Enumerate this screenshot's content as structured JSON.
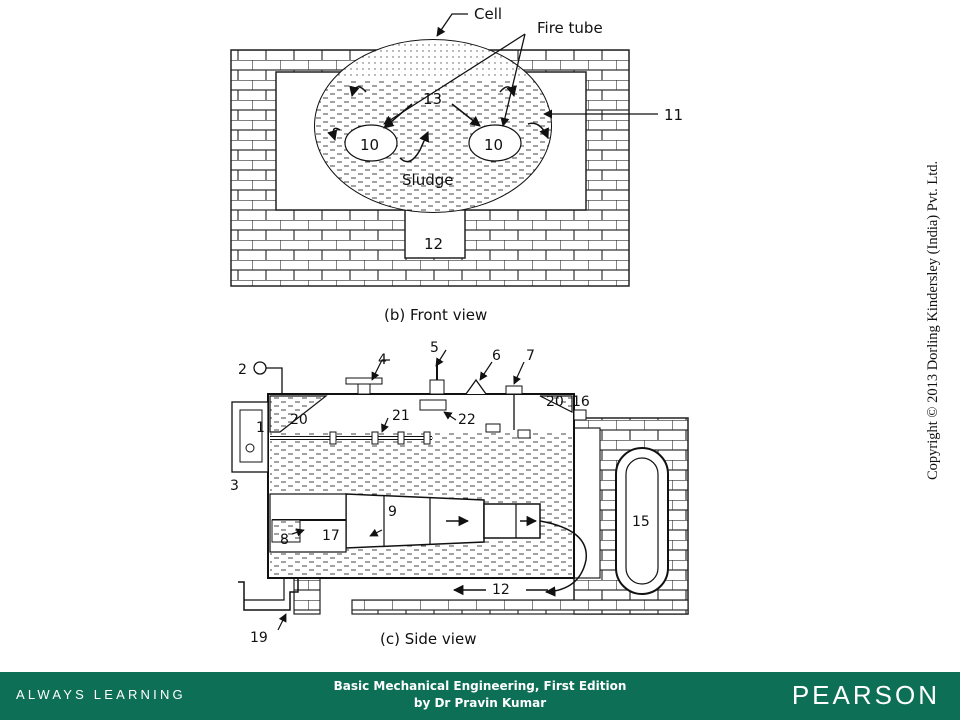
{
  "front_view": {
    "labels": {
      "cell": "Cell",
      "fire_tube": "Fire tube",
      "n13": "13",
      "n11": "11",
      "n10_left": "10",
      "n10_right": "10",
      "sludge": "Sludge",
      "n12": "12"
    },
    "caption": "(b) Front view"
  },
  "side_view": {
    "labels": {
      "n2": "2",
      "n4": "4",
      "n5": "5",
      "n6": "6",
      "n7": "7",
      "n1": "1",
      "n20_left": "20",
      "n21": "21",
      "n22": "22",
      "n20_right": "20",
      "n16": "16",
      "n3": "3",
      "n15": "15",
      "n9": "9",
      "n8": "8",
      "n17": "17",
      "n12": "12",
      "n19": "19"
    },
    "caption": "(c) Side view"
  },
  "copyright": "Copyright © 2013 Dorling Kindersley (India) Pvt. Ltd.",
  "footer": {
    "left": "ALWAYS LEARNING",
    "book_line1": "Basic Mechanical Engineering, First Edition",
    "book_line2": "by Dr Pravin Kumar",
    "brand": "PEARSON",
    "color": "#0d6f56"
  }
}
